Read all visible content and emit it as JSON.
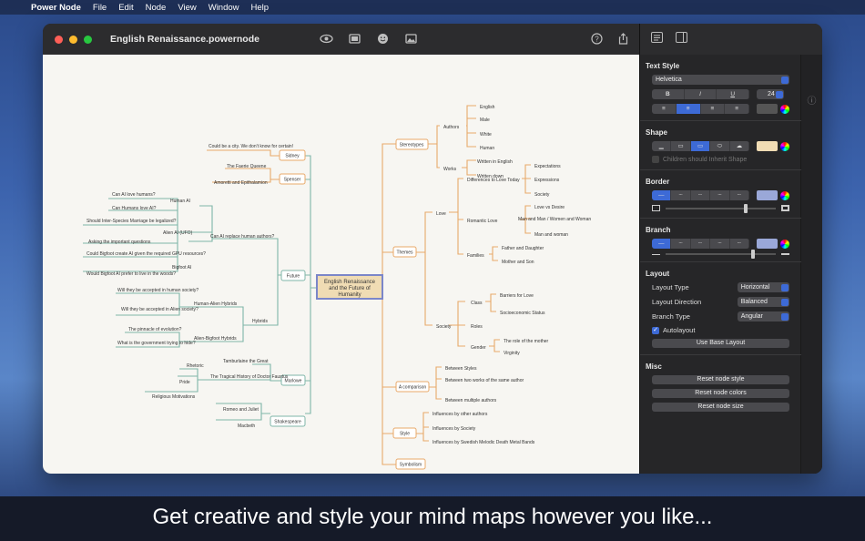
{
  "menubar": {
    "app": "Power Node",
    "items": [
      "File",
      "Edit",
      "Node",
      "View",
      "Window",
      "Help"
    ]
  },
  "window": {
    "title": "English Renaissance.powernode"
  },
  "colors": {
    "close": "#ff5f57",
    "minimize": "#febc2e",
    "zoom": "#28c840",
    "accent": "#3d6ad6",
    "fill_swatch": "#f0dcb4",
    "border_swatch": "#9aa8d8",
    "branch_swatch": "#9aa8d8"
  },
  "mindmap": {
    "root": "English Renaissance and the Future of Humanity",
    "left": {
      "sidney": "Sidney",
      "sidney_note": "Could be a city. We don't know for certain!",
      "spenser": "Spenser",
      "spenser_items": [
        "The Faerie Queene",
        "Amoretti and Epithalamion"
      ],
      "future": "Future",
      "future_q": "Can AI replace human authors?",
      "human_ai": "Human AI",
      "human_ai_items": [
        "Can AI love humans?",
        "Can Humans love AI?"
      ],
      "alien_ai": "Alien AI (UFO)",
      "alien_ai_items": [
        "Should Inter-Species Marriage be legalized?",
        "Asking the important questions"
      ],
      "bigfoot_ai": "Bigfoot AI",
      "bigfoot_ai_items": [
        "Could Bigfoot create AI given the required GPU resources?",
        "Would Bigfoot AI prefer to live in the woods?"
      ],
      "hybrids": "Hybrids",
      "human_alien": "Human-Alien Hybrids",
      "human_alien_items": [
        "Will they be accepted in human society?",
        "Will they be accepted in Alien society?"
      ],
      "alien_bigfoot": "Alien-Bigfoot Hybrids",
      "alien_bigfoot_items": [
        "The pinnacle of evolution?",
        "What is the government trying to hide?"
      ],
      "marlowe": "Marlowe",
      "marlowe_items": [
        "Tamburlaine the Great",
        "The Tragical History of Doctor Faustus"
      ],
      "marlowe_sub": [
        "Rhetoric",
        "Pride",
        "Religious Motivations"
      ],
      "shakespeare": "Shakespeare",
      "shakespeare_items": [
        "Romeo and Juliet",
        "Macbeth"
      ]
    },
    "right": {
      "stereotypes": "Stereotypes",
      "authors": "Authors",
      "authors_items": [
        "English",
        "Male",
        "White",
        "Human"
      ],
      "works": "Works",
      "works_items": [
        "Written in English",
        "Written down"
      ],
      "themes": "Themes",
      "love": "Love",
      "diff": "Differences to Love Today",
      "diff_items": [
        "Expectations",
        "Expressions",
        "Society"
      ],
      "romantic": "Romantic Love",
      "romantic_items": [
        "Love vs Desire",
        "Man and Man / Women and Woman",
        "Man and woman"
      ],
      "families": "Families",
      "families_items": [
        "Father and Daughter",
        "Mother and Son"
      ],
      "society": "Society",
      "class": "Class",
      "class_items": [
        "Barriers for Love",
        "Socioeconomic Status"
      ],
      "roles": "Roles",
      "gender": "Gender",
      "gender_items": [
        "The role of the mother",
        "Virginity"
      ],
      "comparison": "A comparison",
      "comparison_items": [
        "Between Styles",
        "Between two works of the same author",
        "Between multiple authors"
      ],
      "style": "Style",
      "style_items": [
        "Influences by other authors",
        "Influences by Society",
        "Influences by Swedish Melodic Death Metal Bands"
      ],
      "symbolism": "Symbolism"
    }
  },
  "inspector": {
    "text_style": {
      "title": "Text Style",
      "font": "Helvetica",
      "bold": "B",
      "italic": "I",
      "underline": "U",
      "size": "24"
    },
    "shape": {
      "title": "Shape",
      "children_inherit": "Children should Inherit Shape"
    },
    "border": {
      "title": "Border"
    },
    "branch": {
      "title": "Branch"
    },
    "layout": {
      "title": "Layout",
      "type_label": "Layout Type",
      "type_value": "Horizontal",
      "direction_label": "Layout Direction",
      "direction_value": "Balanced",
      "branch_label": "Branch Type",
      "branch_value": "Angular",
      "autolayout": "Autolayout",
      "autolayout_checked": true,
      "base_btn": "Use Base Layout"
    },
    "misc": {
      "title": "Misc",
      "reset_style": "Reset node style",
      "reset_colors": "Reset node colors",
      "reset_size": "Reset node size"
    }
  },
  "caption": "Get creative and style your mind maps however you like..."
}
